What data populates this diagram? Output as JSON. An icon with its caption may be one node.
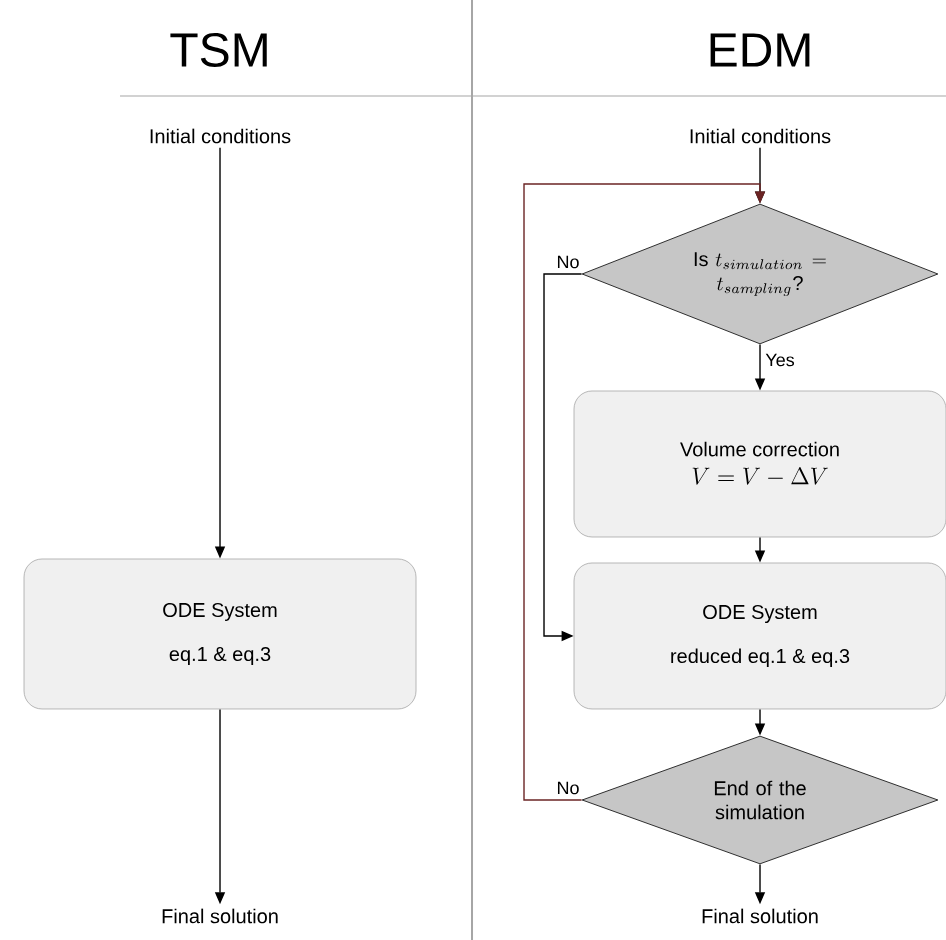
{
  "diagram": {
    "nodes": [
      {
        "text": [
          "Initial conditions"
        ]
      },
      {
        "text": [
          "ODE System",
          "eq.1 & eq.3"
        ]
      },
      {
        "text": [
          "Final solution"
        ]
      },
      {
        "text": [
          "Initial conditions"
        ]
      },
      {
        "text": [
          "\\text{Is } t_{simulation} = t_{sampling}\\text{?}"
        ]
      },
      {
        "text": [
          "Volume correction",
          "V = V - \\Delta V"
        ]
      },
      {
        "text": [
          "ODE System",
          "reduced eq.1 & eq.3"
        ]
      },
      {
        "text": [
          "End of the simulation"
        ]
      },
      {
        "text": [
          "Final solution"
        ]
      }
    ],
    "edges": [
      {
        "from": 0,
        "to": 1,
        "arrow": "to"
      },
      {
        "from": 1,
        "to": 2,
        "arrow": "to"
      },
      {
        "from": 3,
        "to": 4,
        "arrow": "to"
      },
      {
        "from": 4,
        "to": 5,
        "arrow": "to",
        "label": "Yes"
      },
      {
        "from": 4,
        "to": 6,
        "arrow": "to",
        "label": "No"
      },
      {
        "from": 5,
        "to": 6,
        "arrow": "to"
      },
      {
        "from": 6,
        "to": 7,
        "arrow": "to"
      },
      {
        "from": 7,
        "to": 4,
        "arrow": "to",
        "label": "No",
        "color": "#6b2424"
      },
      {
        "from": 7,
        "to": 8,
        "arrow": "to"
      }
    ],
    "labels": [
      "TSM",
      "EDM"
    ]
  }
}
